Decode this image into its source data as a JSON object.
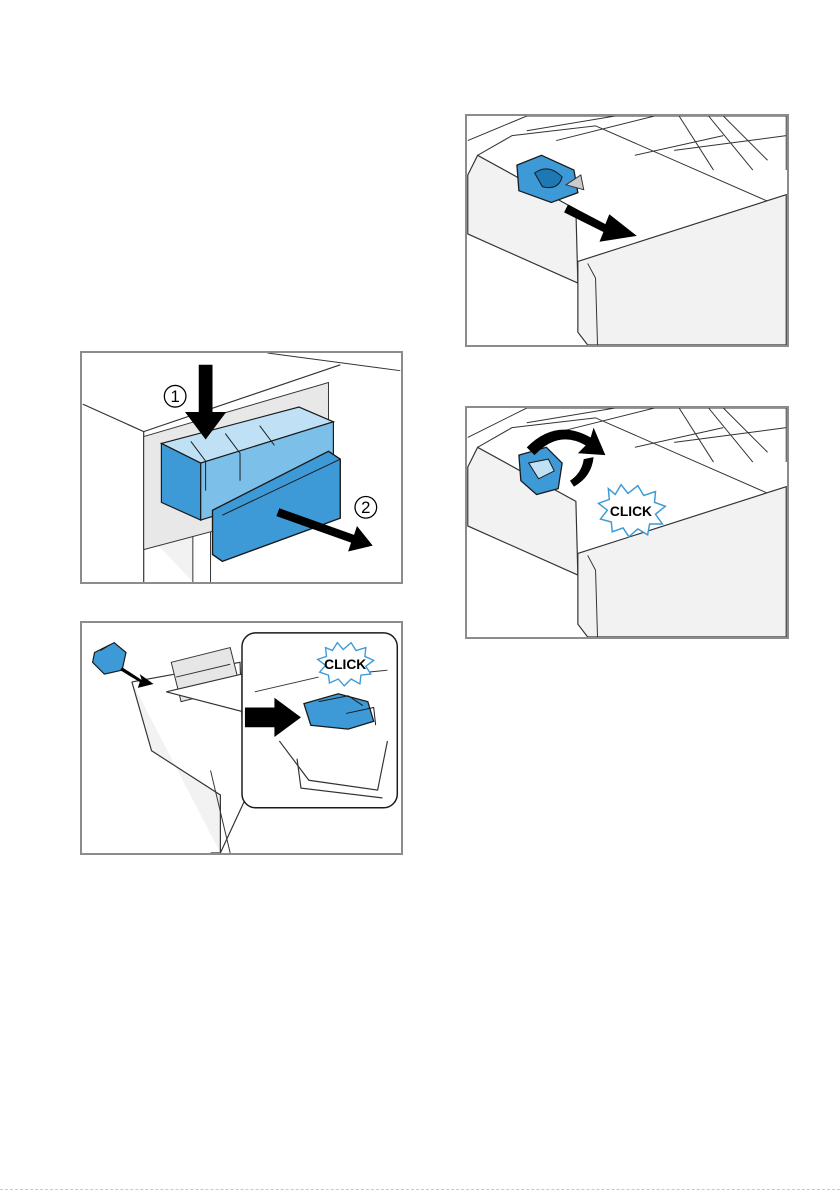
{
  "steps": {
    "remove_drawer": {
      "step_1": "1",
      "step_2": "2"
    },
    "insert_siphon": {
      "click_label": "CLICK"
    },
    "pull_out_cap": {},
    "rotate_cap": {
      "click_label": "CLICK"
    }
  },
  "colors": {
    "accent_blue": "#3d9ad6",
    "light_blue": "#9fd0ef",
    "frame_grey": "#8c8c8c",
    "outline": "#1a1a1a"
  }
}
